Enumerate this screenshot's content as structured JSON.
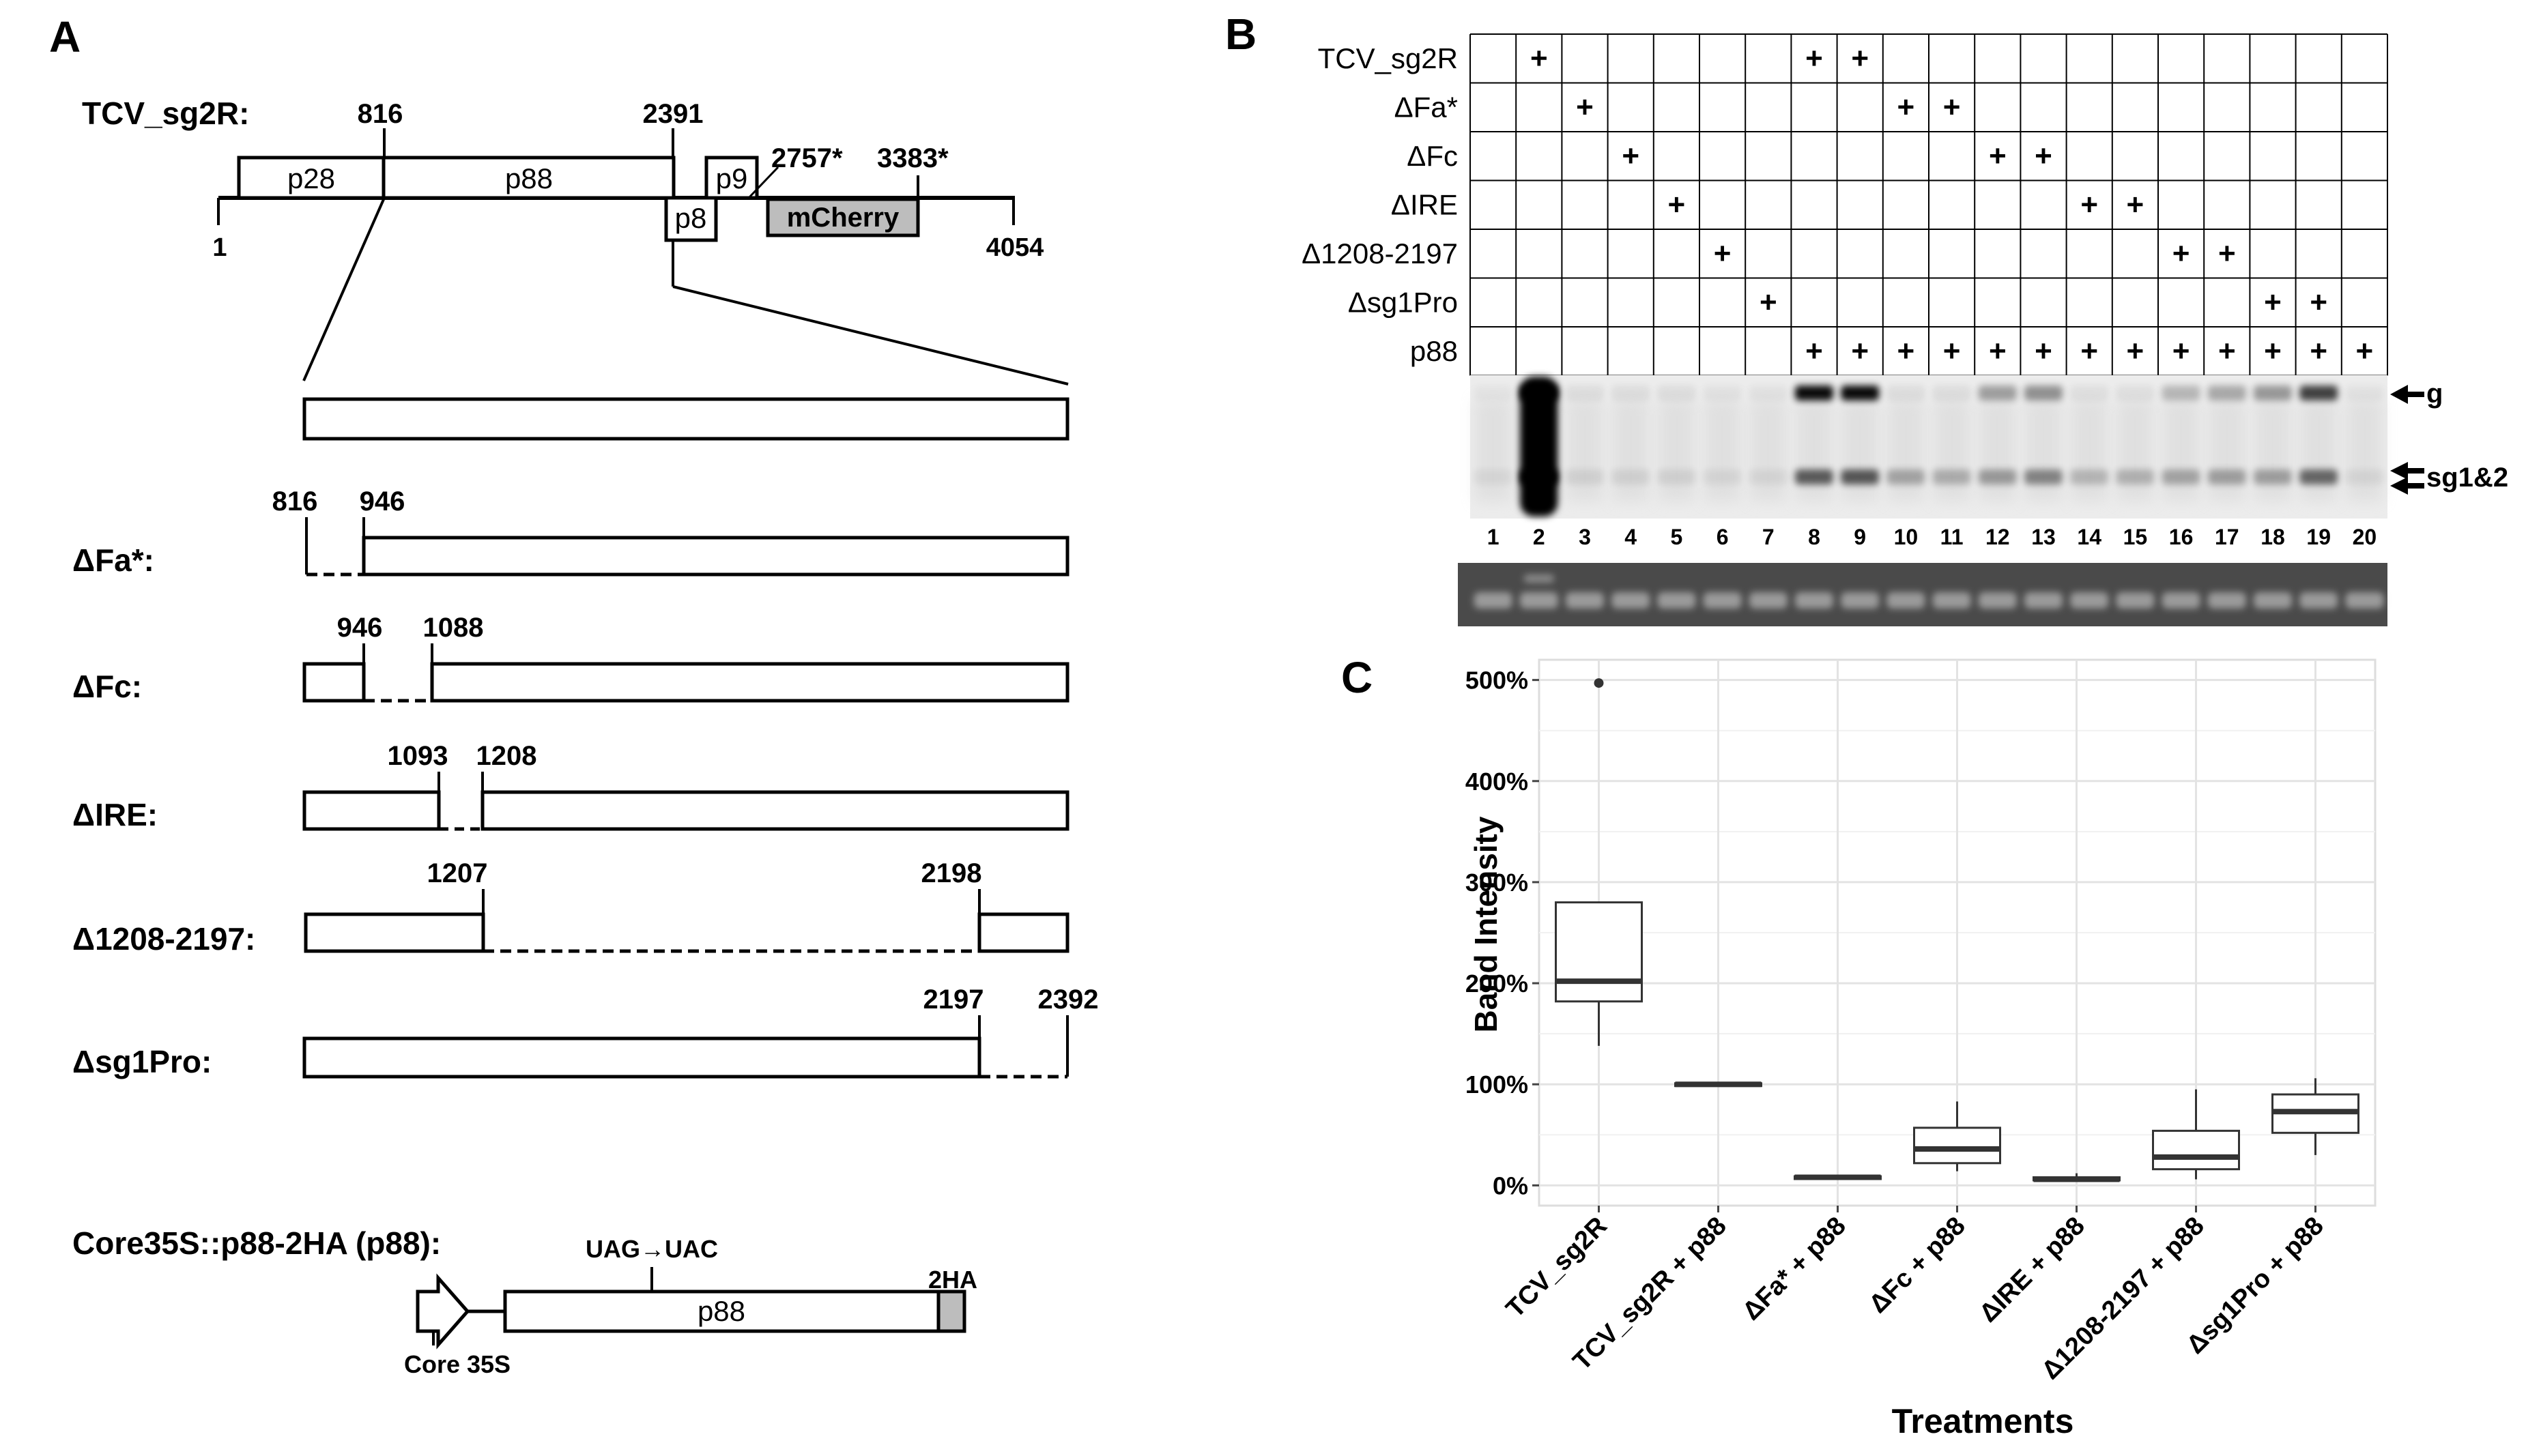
{
  "panelA": {
    "letter": "A",
    "construct_label": "TCV_sg2R:",
    "top_positions": {
      "p816": "816",
      "p2391": "2391",
      "p2757": "2757*",
      "p3383": "3383*",
      "start": "1",
      "end": "4054"
    },
    "orf_labels": {
      "p28": "p28",
      "p88": "p88",
      "p9": "p9",
      "p8": "p8",
      "mcherry": "mCherry"
    },
    "deletions": [
      {
        "label": "ΔFa*:",
        "n1": "816",
        "n2": "946"
      },
      {
        "label": "ΔFc:",
        "n1": "946",
        "n2": "1088"
      },
      {
        "label": "ΔIRE:",
        "n1": "1093",
        "n2": "1208"
      },
      {
        "label": "Δ1208-2197:",
        "n1": "1207",
        "n2": "2198"
      },
      {
        "label": "Δsg1Pro:",
        "n1": "2197",
        "n2": "2392"
      }
    ],
    "expression": {
      "label": "Core35S::p88-2HA (p88):",
      "mutation": "UAG→UAC",
      "orf": "p88",
      "tag": "2HA",
      "promoter": "Core 35S"
    }
  },
  "panelB": {
    "letter": "B",
    "rows": [
      "TCV_sg2R",
      "ΔFa*",
      "ΔFc",
      "ΔIRE",
      "Δ1208-2197",
      "Δsg1Pro",
      "p88"
    ],
    "plus_symbol": "+",
    "plus_lanes": [
      [
        2,
        8,
        9
      ],
      [
        3,
        10,
        11
      ],
      [
        4,
        12,
        13
      ],
      [
        5,
        14,
        15
      ],
      [
        6,
        16,
        17
      ],
      [
        7,
        18,
        19
      ],
      [
        8,
        9,
        10,
        11,
        12,
        13,
        14,
        15,
        16,
        17,
        18,
        19,
        20
      ]
    ],
    "lanes": [
      "1",
      "2",
      "3",
      "4",
      "5",
      "6",
      "7",
      "8",
      "9",
      "10",
      "11",
      "12",
      "13",
      "14",
      "15",
      "16",
      "17",
      "18",
      "19",
      "20"
    ],
    "band_labels": {
      "g": "g",
      "sg": "sg1&2"
    }
  },
  "panelC": {
    "letter": "C",
    "chart_data": {
      "type": "box",
      "xlabel": "Treatments",
      "ylabel": "Band Intensity",
      "ylim": [
        -0.2,
        5.2
      ],
      "yticks": [
        0,
        1,
        2,
        3,
        4,
        5
      ],
      "ytick_labels": [
        "0%",
        "100%",
        "200%",
        "300%",
        "400%",
        "500%"
      ],
      "grid": true,
      "categories": [
        "TCV_sg2R",
        "TCV_sg2R + p88",
        "ΔFa* + p88",
        "ΔFc + p88",
        "ΔIRE + p88",
        "Δ1208-2197 + p88",
        "Δsg1Pro + p88"
      ],
      "boxes": [
        {
          "min": 1.38,
          "q1": 1.82,
          "median": 2.02,
          "q3": 2.8,
          "max": 2.8,
          "outliers": [
            4.97
          ]
        },
        {
          "min": 0.99,
          "q1": 0.99,
          "median": 1.0,
          "q3": 1.01,
          "max": 1.01,
          "outliers": []
        },
        {
          "min": 0.06,
          "q1": 0.07,
          "median": 0.08,
          "q3": 0.09,
          "max": 0.09,
          "outliers": []
        },
        {
          "min": 0.14,
          "q1": 0.22,
          "median": 0.36,
          "q3": 0.57,
          "max": 0.83,
          "outliers": []
        },
        {
          "min": 0.04,
          "q1": 0.05,
          "median": 0.06,
          "q3": 0.08,
          "max": 0.12,
          "outliers": []
        },
        {
          "min": 0.06,
          "q1": 0.16,
          "median": 0.28,
          "q3": 0.54,
          "max": 0.95,
          "outliers": []
        },
        {
          "min": 0.3,
          "q1": 0.52,
          "median": 0.73,
          "q3": 0.9,
          "max": 1.06,
          "outliers": []
        }
      ]
    }
  }
}
